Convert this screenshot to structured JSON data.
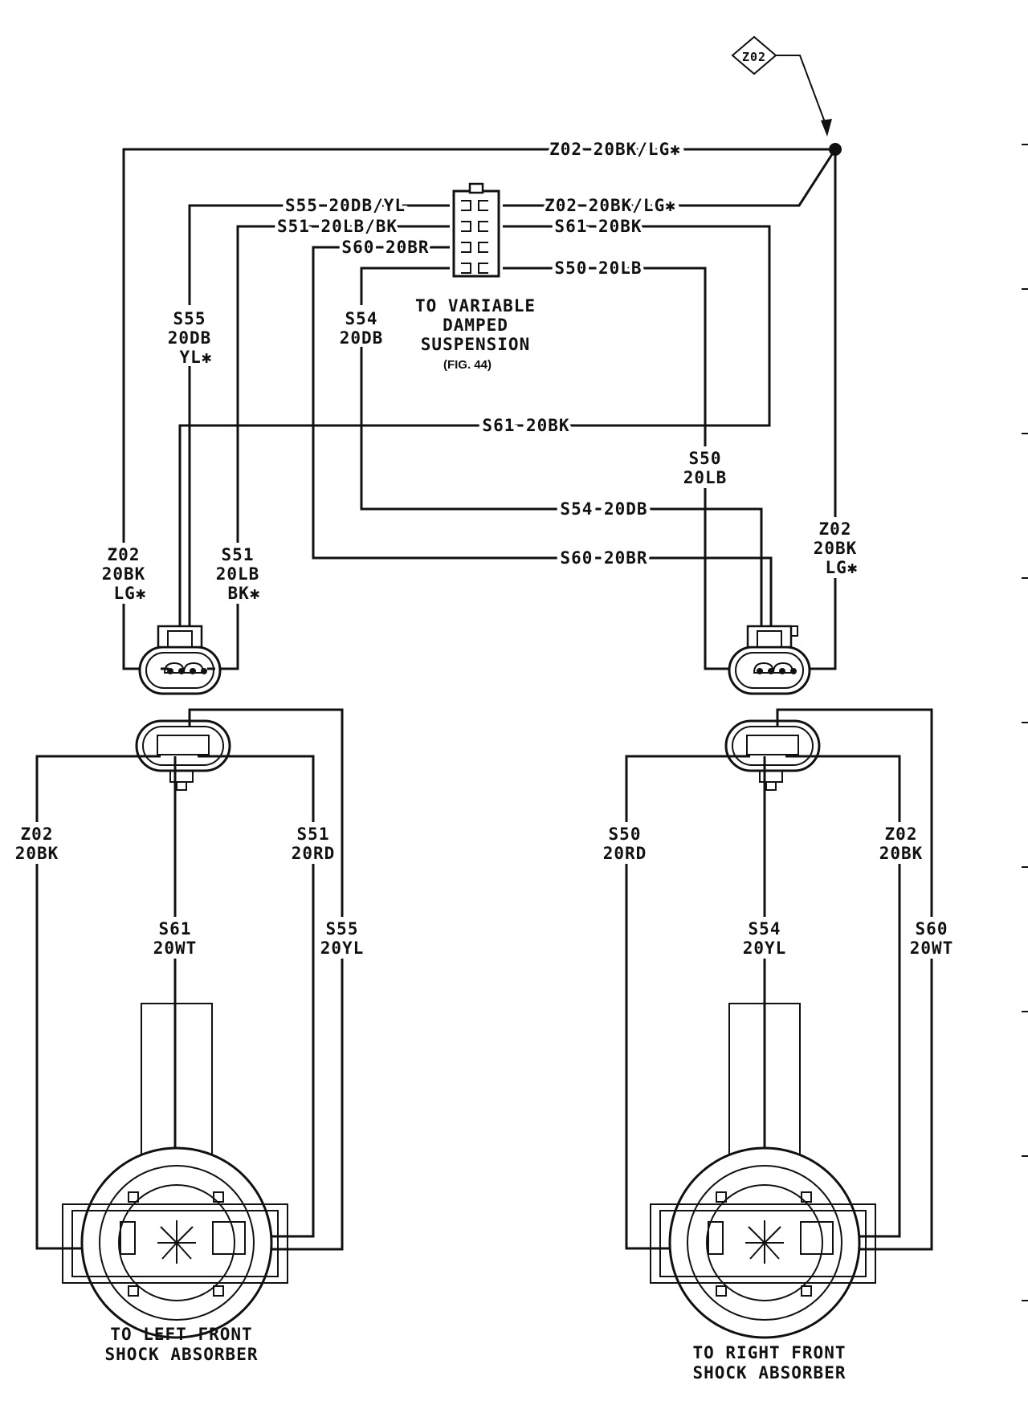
{
  "splice": {
    "id": "Z02"
  },
  "wires_top": {
    "z02_outer": "Z02 20BK/LG✱",
    "s55": "S55 20DB/YL",
    "s51": "S51 20LB/BK",
    "s60": "S60 20BR",
    "z02_conn": "Z02 20BK/LG✱",
    "s61_conn": "S61 20BK",
    "s50_conn": "S50 20LB",
    "s61_mid": "S61 20BK",
    "s54_mid": "S54 20DB",
    "s60_mid": "S60 20BR"
  },
  "vertical_labels": {
    "s55": [
      "S55",
      "20DB",
      "YL✱"
    ],
    "s54": [
      "S54",
      "20DB"
    ],
    "s50": [
      "S50",
      "20LB"
    ],
    "z02_left": [
      "Z02",
      "20BK",
      "LG✱"
    ],
    "s51": [
      "S51",
      "20LB",
      "BK✱"
    ],
    "z02_right": [
      "Z02",
      "20BK",
      "LG✱"
    ]
  },
  "connector_label": {
    "lines": [
      "TO VARIABLE",
      "DAMPED",
      "SUSPENSION"
    ],
    "fig": "(FIG. 44)"
  },
  "left_shock": {
    "wires": {
      "z02": [
        "Z02",
        "20BK"
      ],
      "s51": [
        "S51",
        "20RD"
      ],
      "s61": [
        "S61",
        "20WT"
      ],
      "s55": [
        "S55",
        "20YL"
      ]
    },
    "caption": [
      "TO LEFT FRONT",
      "SHOCK ABSORBER"
    ]
  },
  "right_shock": {
    "wires": {
      "s50": [
        "S50",
        "20RD"
      ],
      "z02": [
        "Z02",
        "20BK"
      ],
      "s54": [
        "S54",
        "20YL"
      ],
      "s60": [
        "S60",
        "20WT"
      ]
    },
    "caption": [
      "TO RIGHT FRONT",
      "SHOCK ABSORBER"
    ]
  }
}
